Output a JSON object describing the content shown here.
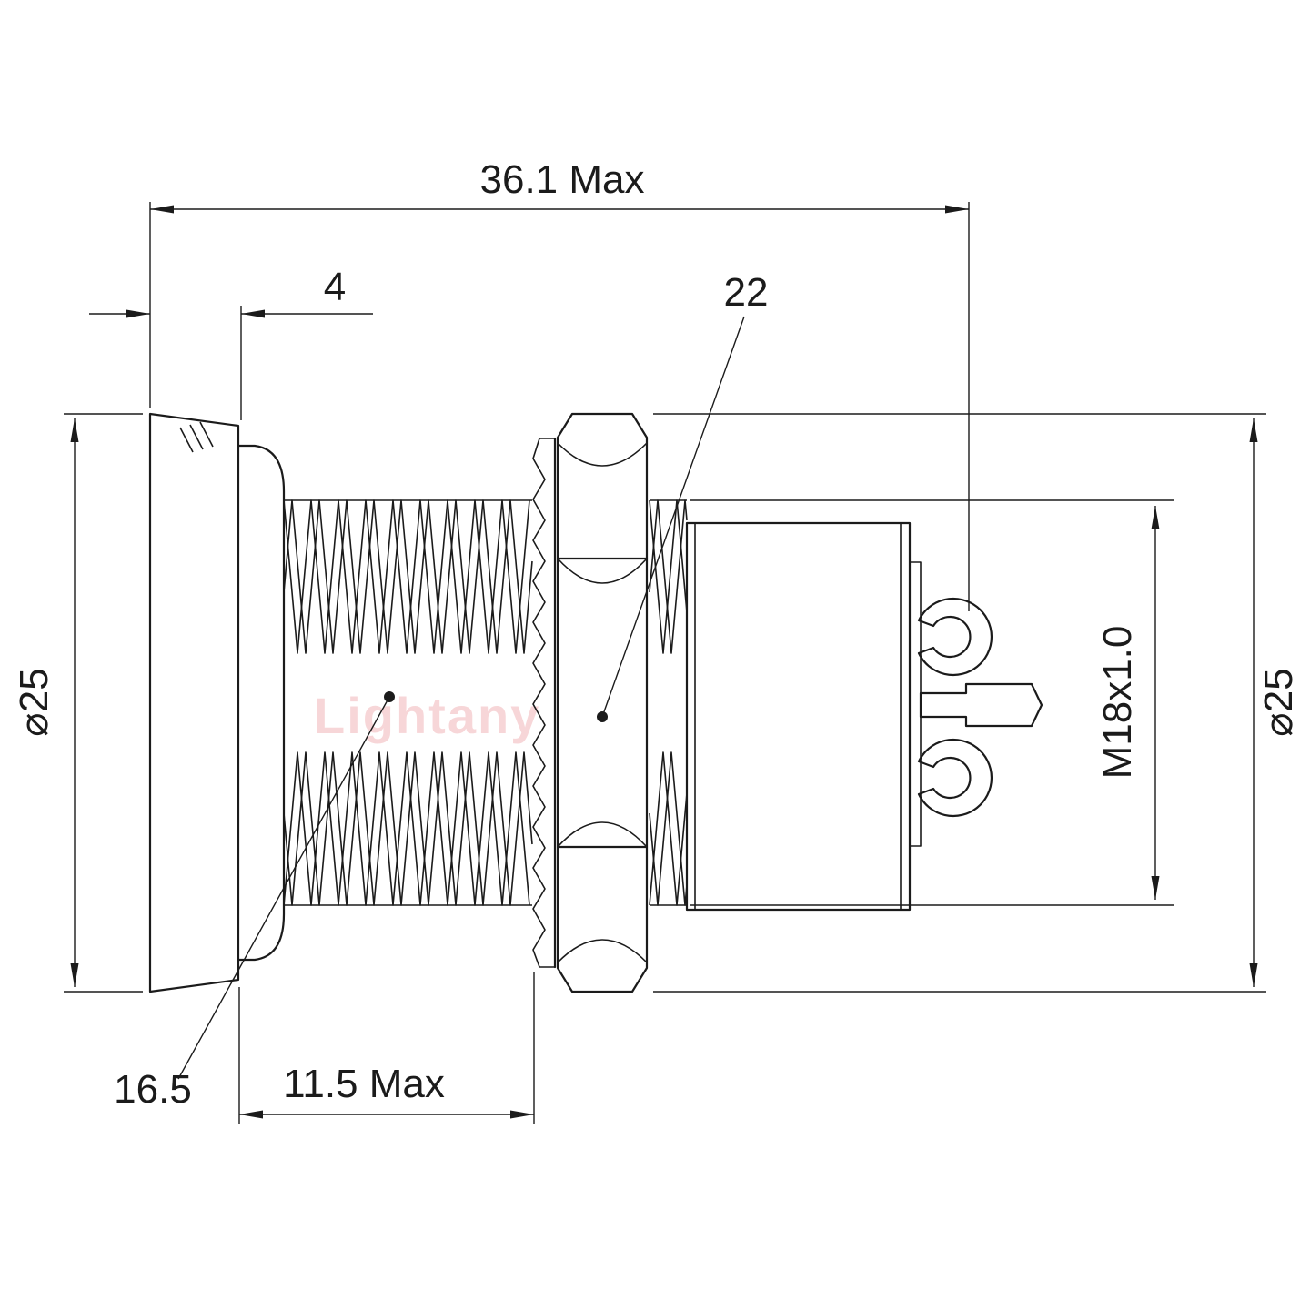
{
  "colors": {
    "background": "#ffffff",
    "line": "#1b1b1b",
    "watermark": "#f2b6b9"
  },
  "watermark": {
    "text": "Lightany"
  },
  "dims": {
    "overall": "36.1 Max",
    "flange": "4",
    "hex": "22",
    "dia_front": "⌀25",
    "dia_rear": "⌀25",
    "thread": "M18x1.0",
    "thread_len": "16.5",
    "mount": "11.5 Max"
  }
}
